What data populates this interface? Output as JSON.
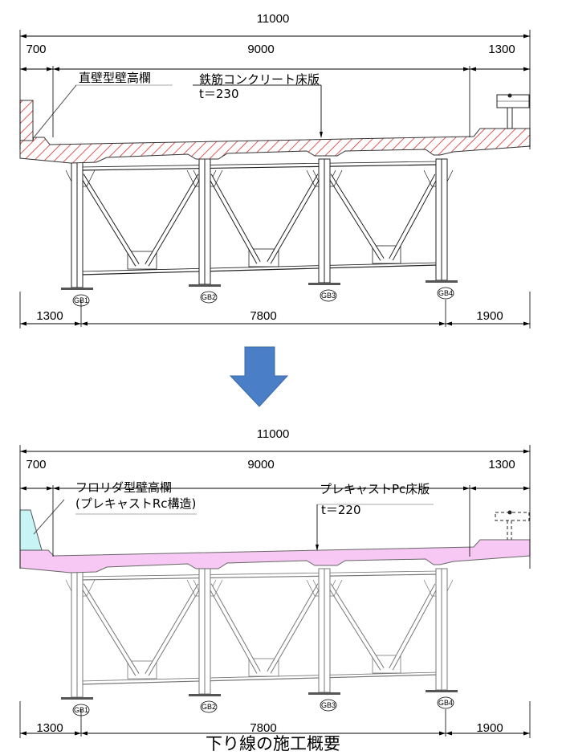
{
  "colors": {
    "hatch": "#d83030",
    "precast_slab": "#f6c8f3",
    "parapet": "#c8f4f6",
    "arrow": "#4a7fc8"
  },
  "before": {
    "dims_top": {
      "total": "11000",
      "left": "700",
      "center": "9000",
      "right": "1300"
    },
    "dims_bottom": {
      "left": "1300",
      "center": "7800",
      "right": "1900"
    },
    "parapet_label": "直壁型壁高欄",
    "slab_label": "鉄筋コンクリート床版",
    "thickness_label": "t＝230",
    "girders": [
      "GB1",
      "GB2",
      "GB3",
      "GB4"
    ]
  },
  "after": {
    "dims_top": {
      "total": "11000",
      "left": "700",
      "center": "9000",
      "right": "1300"
    },
    "dims_bottom": {
      "left": "1300",
      "center": "7800",
      "right": "1900"
    },
    "parapet_label": "フロリダ型壁高欄",
    "parapet_label_sub": "(プレキャストRc構造)",
    "slab_label": "プレキャストPc床版",
    "thickness_label": "t＝220",
    "girders": [
      "GB1",
      "GB2",
      "GB3",
      "GB4"
    ]
  },
  "caption": "下り線の施工概要",
  "arrow_icon": "down-arrow"
}
